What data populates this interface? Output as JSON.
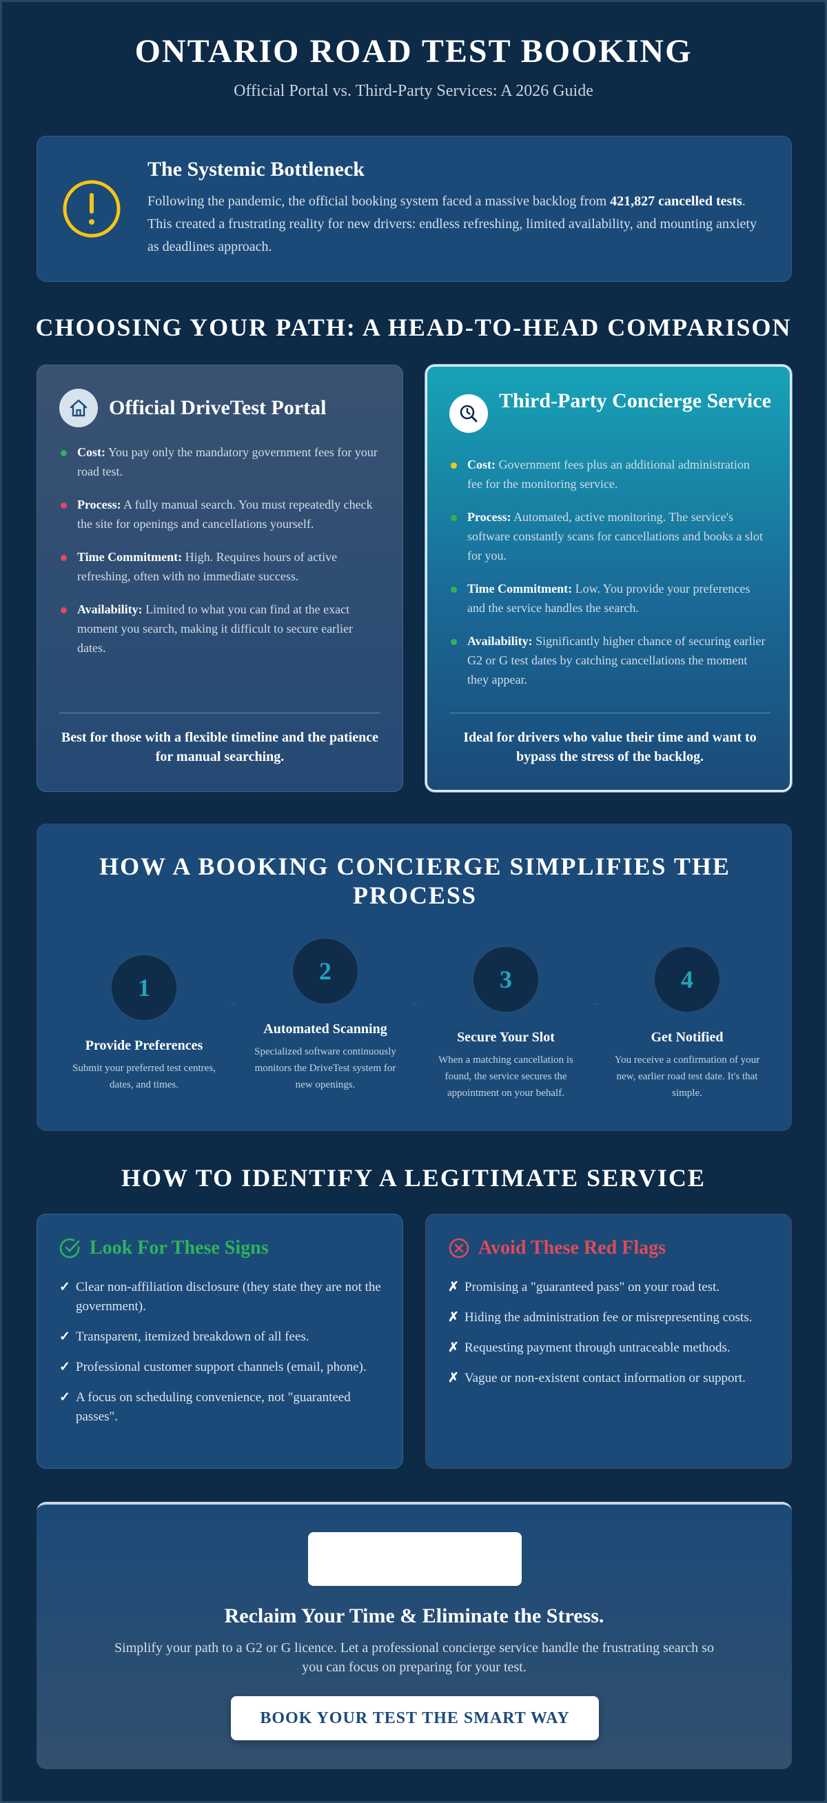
{
  "header": {
    "title": "ONTARIO ROAD TEST BOOKING",
    "subtitle": "Official Portal vs. Third-Party Services: A 2026 Guide"
  },
  "bottleneck": {
    "title": "The Systemic Bottleneck",
    "text_before": "Following the pandemic, the official booking system faced a massive backlog from ",
    "text_bold": "421,827 cancelled tests",
    "text_after": ". This created a frustrating reality for new drivers: endless refreshing, limited availability, and mounting anxiety as deadlines approach.",
    "icon": "warning-icon"
  },
  "comparison": {
    "heading": "CHOOSING YOUR PATH: A HEAD-TO-HEAD COMPARISON",
    "official": {
      "title": "Official DriveTest Portal",
      "icon": "home-icon",
      "items": [
        {
          "label": "Cost:",
          "text": " You pay only the mandatory government fees for your road test.",
          "dot": "#2eb35a"
        },
        {
          "label": "Process:",
          "text": " A fully manual search. You must repeatedly check the site for openings and cancellations yourself.",
          "dot": "#e04a5a"
        },
        {
          "label": "Time Commitment:",
          "text": " High. Requires hours of active refreshing, often with no immediate success.",
          "dot": "#e04a5a"
        },
        {
          "label": "Availability:",
          "text": " Limited to what you can find at the exact moment you search, making it difficult to secure earlier dates.",
          "dot": "#e04a5a"
        }
      ],
      "footer": "Best for those with a flexible timeline and the patience for manual searching."
    },
    "concierge": {
      "title": "Third-Party Concierge Service",
      "icon": "clock-search-icon",
      "items": [
        {
          "label": "Cost:",
          "text": " Government fees plus an additional administration fee for the monitoring service.",
          "dot": "#f5c518"
        },
        {
          "label": "Process:",
          "text": " Automated, active monitoring. The service's software constantly scans for cancellations and books a slot for you.",
          "dot": "#2eb35a"
        },
        {
          "label": "Time Commitment:",
          "text": " Low. You provide your preferences and the service handles the search.",
          "dot": "#2eb35a"
        },
        {
          "label": "Availability:",
          "text": " Significantly higher chance of securing earlier G2 or G test dates by catching cancellations the moment they appear.",
          "dot": "#2eb35a"
        }
      ],
      "footer": "Ideal for drivers who value their time and want to bypass the stress of the backlog."
    }
  },
  "process": {
    "title": "HOW A BOOKING CONCIERGE SIMPLIFIES THE PROCESS",
    "arrow": "→",
    "steps": [
      {
        "number": "1",
        "title": "Provide Preferences",
        "text": "Submit your preferred test centres, dates, and times."
      },
      {
        "number": "2",
        "title": "Automated Scanning",
        "text": "Specialized software continuously monitors the DriveTest system for new openings."
      },
      {
        "number": "3",
        "title": "Secure Your Slot",
        "text": "When a matching cancellation is found, the service secures the appointment on your behalf."
      },
      {
        "number": "4",
        "title": "Get Notified",
        "text": "You receive a confirmation of your new, earlier road test date. It's that simple."
      }
    ]
  },
  "legit": {
    "heading": "HOW TO IDENTIFY A LEGITIMATE SERVICE",
    "good": {
      "title": "Look For These Signs",
      "mark": "✓",
      "items": [
        "Clear non-affiliation disclosure (they state they are not the government).",
        "Transparent, itemized breakdown of all fees.",
        "Professional customer support channels (email, phone).",
        "A focus on scheduling convenience, not \"guaranteed passes\"."
      ]
    },
    "bad": {
      "title": "Avoid These Red Flags",
      "mark": "✗",
      "items": [
        "Promising a \"guaranteed pass\" on your road test.",
        "Hiding the administration fee or misrepresenting costs.",
        "Requesting payment through untraceable methods.",
        "Vague or non-existent contact information or support."
      ]
    }
  },
  "cta": {
    "title": "Reclaim Your Time & Eliminate the Stress.",
    "text": "Simplify your path to a G2 or G licence. Let a professional concierge service handle the frustrating search so you can focus on preparing for your test.",
    "button": "BOOK YOUR TEST THE SMART WAY"
  },
  "colors": {
    "background": "#0d2a47",
    "card": "#1b4a78",
    "accent_teal": "#17a3b8",
    "warning_yellow": "#f5c518",
    "good_green": "#2eb35a",
    "bad_red": "#e04a5a"
  }
}
